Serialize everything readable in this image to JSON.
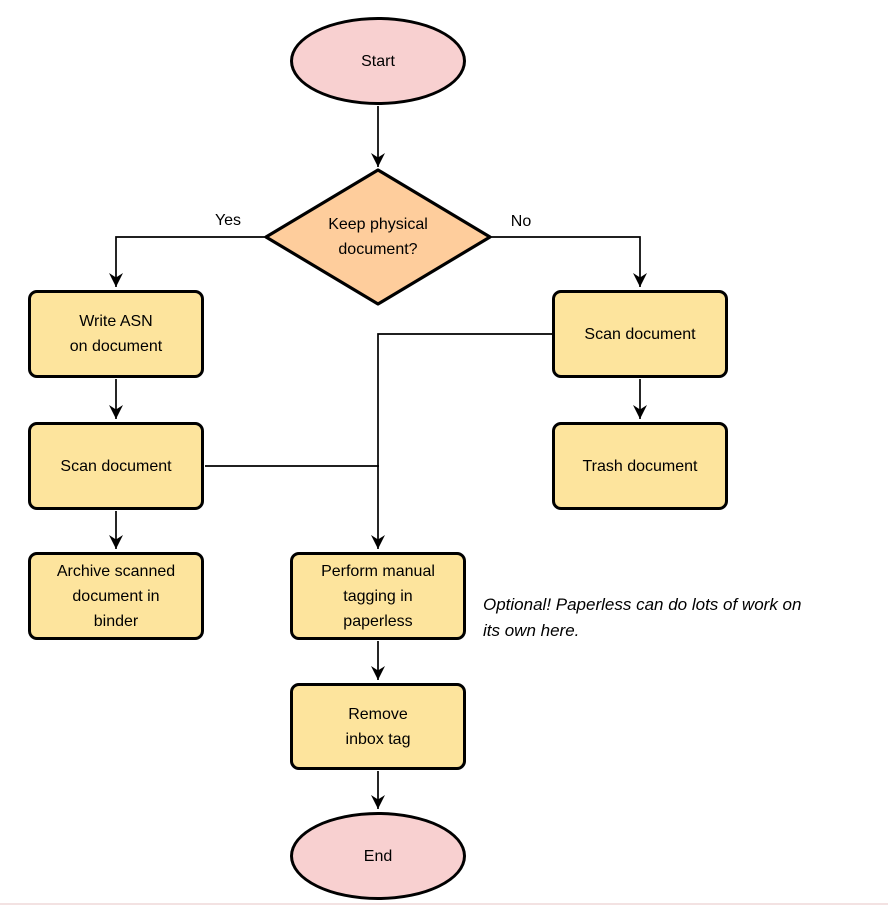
{
  "diagram": {
    "colors": {
      "terminal_fill": "#f8d0d0",
      "decision_fill": "#fecd9c",
      "process_fill": "#fde49d",
      "stroke": "#000000"
    },
    "nodes": {
      "start": {
        "label": "Start"
      },
      "keep_physical": {
        "label": "Keep physical\ndocument?"
      },
      "write_asn": {
        "label": "Write ASN\non document"
      },
      "scan_document_left": {
        "label": "Scan document"
      },
      "archive_binder": {
        "label": "Archive scanned\ndocument in\nbinder"
      },
      "scan_document_right": {
        "label": "Scan document"
      },
      "trash_document": {
        "label": "Trash document"
      },
      "manual_tagging": {
        "label": "Perform manual\ntagging in\npaperless"
      },
      "remove_inbox_tag": {
        "label": "Remove\ninbox tag"
      },
      "end": {
        "label": "End"
      }
    },
    "edge_labels": {
      "yes": "Yes",
      "no": "No"
    },
    "annotation": "Optional! Paperless can do lots of work on\nits own here."
  }
}
